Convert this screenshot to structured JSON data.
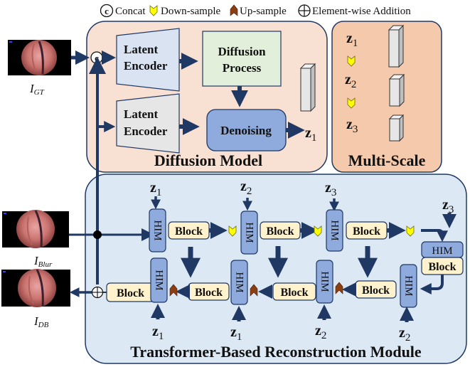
{
  "legend": {
    "concat_symbol": "c",
    "concat": "Concat",
    "down": "Down-sample",
    "up": "Up-sample",
    "add": "Element-wise Addition"
  },
  "colors": {
    "arrow": "#1f3864",
    "diffusion_bg": "#f8e0d2",
    "multiscale_bg": "#f5c9ac",
    "transformer_bg": "#dde8f5",
    "encoder_top": "#d9e3f2",
    "encoder_bottom": "#e6e6e6",
    "diffusion_process": "#e2efda",
    "denoising": "#8faadc",
    "him": "#8faadc",
    "block": "#fff2cc",
    "down_sample": "#ffff00",
    "up_sample": "#8b3e12"
  },
  "images": [
    {
      "id": "gt",
      "label": "I",
      "sub": "GT"
    },
    {
      "id": "blur",
      "label": "I",
      "sub": "Blur"
    },
    {
      "id": "db",
      "label": "I",
      "sub": "DB"
    }
  ],
  "diffusion": {
    "title": "Diffusion Model",
    "encoder1": [
      "Latent",
      "Encoder"
    ],
    "encoder2": [
      "Latent",
      "Encoder"
    ],
    "process": [
      "Diffusion",
      "Process"
    ],
    "denoising": "Denoising",
    "output": {
      "z": "z",
      "sub": "1"
    }
  },
  "multiscale": {
    "title": "Multi-Scale",
    "levels": [
      {
        "z": "z",
        "sub": "1"
      },
      {
        "z": "z",
        "sub": "2"
      },
      {
        "z": "z",
        "sub": "3"
      }
    ]
  },
  "transformer": {
    "title": "Transformer-Based Reconstruction Module",
    "block_label": "Block",
    "him_label": "HIM",
    "top_z": [
      {
        "z": "z",
        "sub": "1"
      },
      {
        "z": "z",
        "sub": "2"
      },
      {
        "z": "z",
        "sub": "3"
      },
      {
        "z": "z",
        "sub": "3"
      }
    ],
    "bottom_z": [
      {
        "z": "z",
        "sub": "1"
      },
      {
        "z": "z",
        "sub": "1"
      },
      {
        "z": "z",
        "sub": "2"
      },
      {
        "z": "z",
        "sub": "2"
      }
    ]
  }
}
